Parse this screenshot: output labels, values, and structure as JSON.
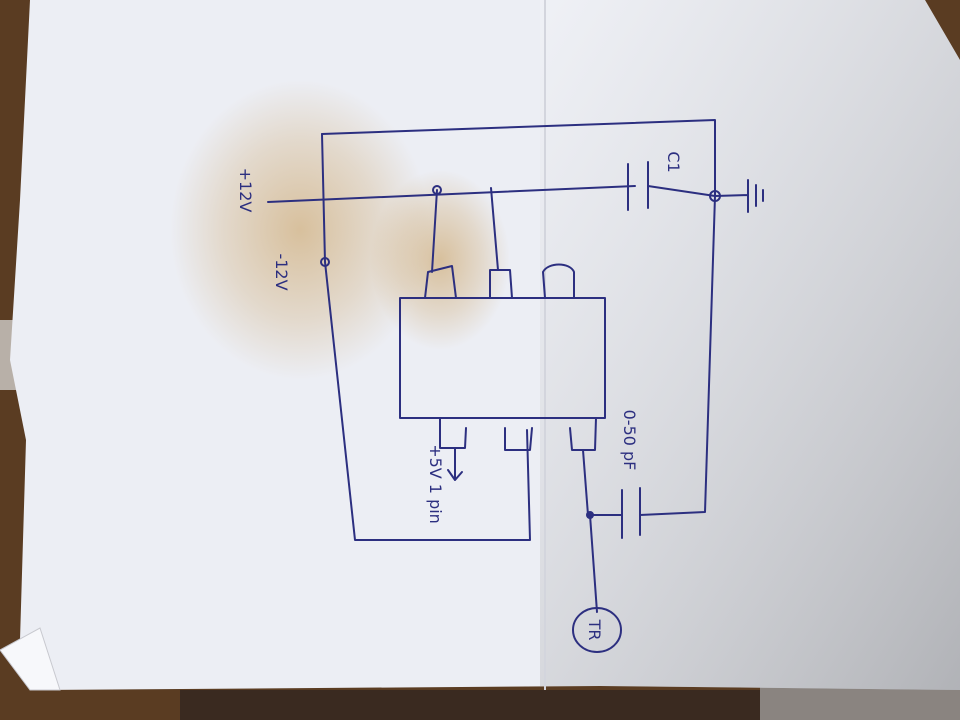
{
  "labels": {
    "plus_12v": "+12V",
    "minus_12v": "-12V",
    "capacitor_c1": "C1",
    "capacitor_value": "0-50 pF",
    "output_note": "+5V 1 pin",
    "transformer": "TR"
  },
  "colors": {
    "paper": "#eceef4",
    "ink": "#2c2f80",
    "table": "#5a3c22",
    "stain": "#c79a55"
  }
}
